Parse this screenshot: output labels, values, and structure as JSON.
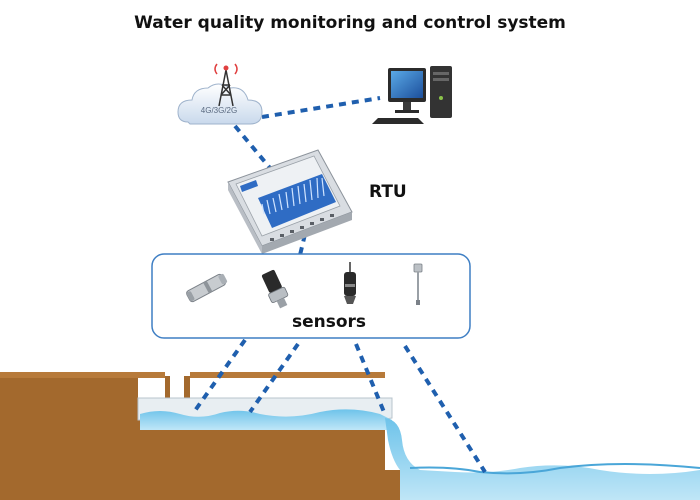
{
  "title": "Water quality monitoring and control system",
  "labels": {
    "rtu": "RTU",
    "sensors": "sensors",
    "network": "4G/3G/2G"
  },
  "icons": {
    "tower": "cell-tower-icon",
    "cloud": "cloud-icon",
    "computer": "desktop-computer-icon",
    "rtu": "rtu-device-icon",
    "sensors": [
      "sensor-cylinder-icon",
      "pressure-transmitter-icon",
      "water-probe-icon",
      "level-probe-icon"
    ]
  },
  "colors": {
    "link": "#1f5fae",
    "earth": "#a66a2c",
    "water": "#8ed0ef",
    "sensor_box_border": "#3f7fc4"
  }
}
